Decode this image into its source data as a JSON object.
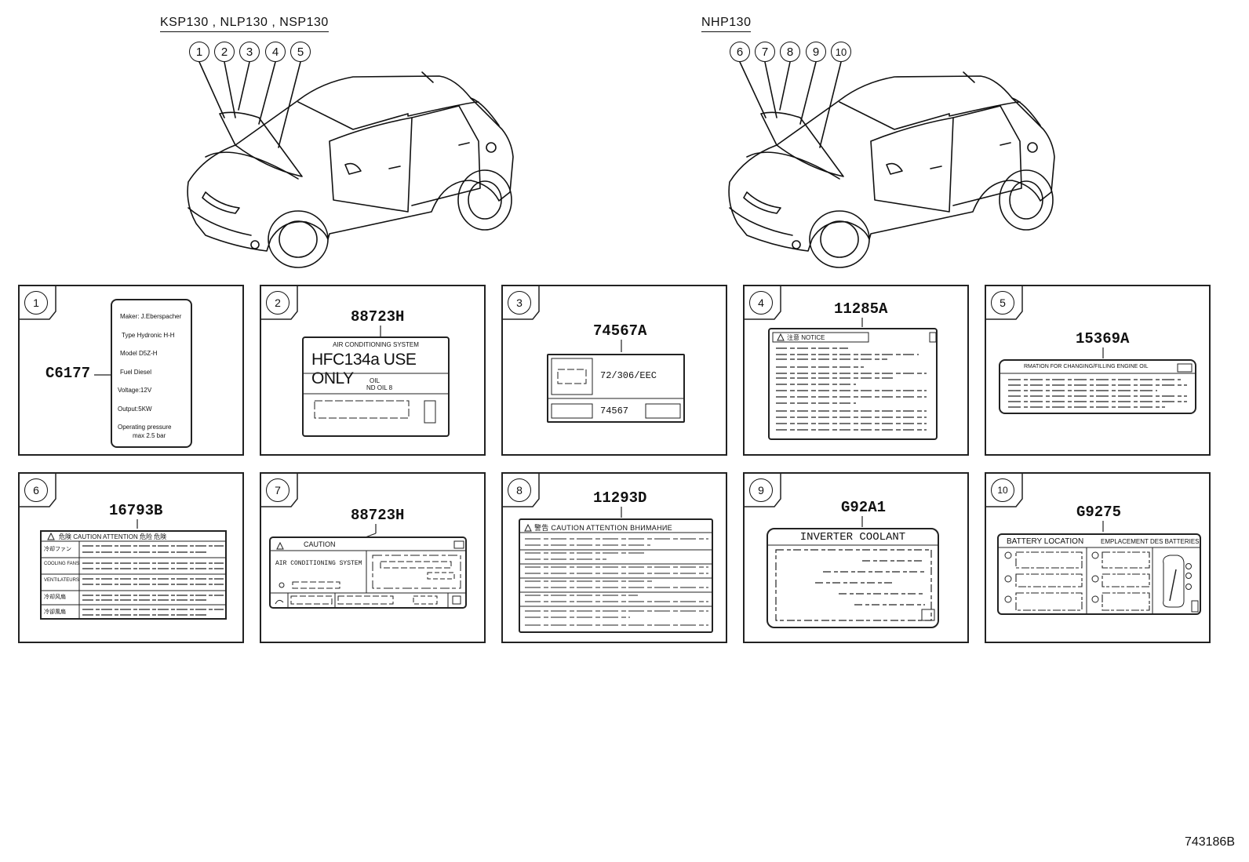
{
  "models": {
    "left": "KSP130 , NLP130 , NSP130",
    "right": "NHP130"
  },
  "callouts_left": [
    "1",
    "2",
    "3",
    "4",
    "5"
  ],
  "callouts_right": [
    "6",
    "7",
    "8",
    "9",
    "10"
  ],
  "panels": [
    {
      "num": "1",
      "part": "C6177",
      "lines": [
        "Maker: J.Eberspacher",
        "Type  Hydronic H-H",
        "Model  D5Z-H",
        "Fuel  Diesel",
        "Voltage:12V",
        "Output:5KW",
        "Operating pressure",
        "max 2.5 bar"
      ]
    },
    {
      "num": "2",
      "part": "88723H",
      "title": "AIR CONDITIONING SYSTEM",
      "big": "HFC134a USE ONLY",
      "oil": "OIL",
      "oil2": "ND OIL 8"
    },
    {
      "num": "3",
      "part": "74567A",
      "code": "72/306/EEC",
      "code2": "74567"
    },
    {
      "num": "4",
      "part": "11285A",
      "header": "注意  NOTICE"
    },
    {
      "num": "5",
      "part": "15369A",
      "header": "RMATION  FOR CHANGING/FILLING ENGINE OIL"
    },
    {
      "num": "6",
      "part": "16793B",
      "header": "危険  CAUTION   ATTENTION  危险  危険",
      "rows": [
        "冷却ファン",
        "COOLING FANS",
        "VENTILATEURS",
        "冷却风扇",
        "冷卻風扇"
      ]
    },
    {
      "num": "7",
      "part": "88723H",
      "header": "CAUTION",
      "sub": "AIR CONDITIONING SYSTEM"
    },
    {
      "num": "8",
      "part": "11293D",
      "header": "警告  CAUTION  ATTENTION  ВНИМАНИЕ"
    },
    {
      "num": "9",
      "part": "G92A1",
      "header": "INVERTER  COOLANT"
    },
    {
      "num": "10",
      "part": "G9275",
      "header": "BATTERY LOCATION",
      "header2": "EMPLACEMENT DES BATTERIES"
    }
  ],
  "footer_code": "743186B"
}
